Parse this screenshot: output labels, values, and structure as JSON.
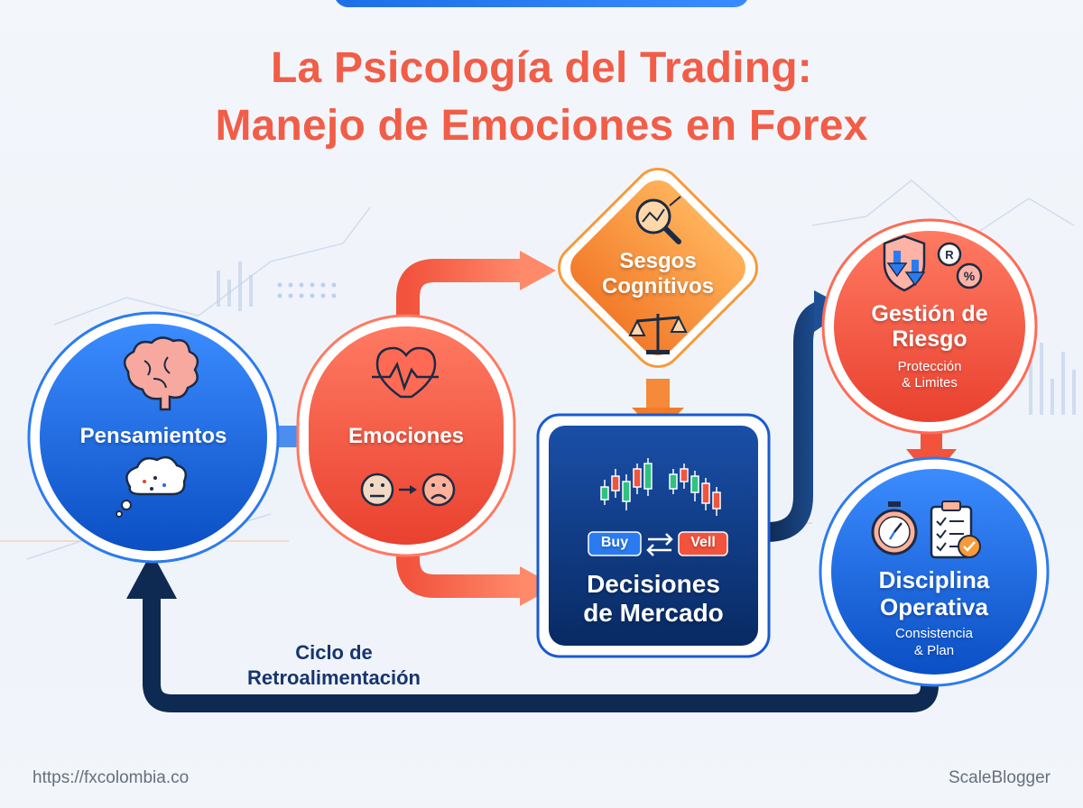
{
  "title": {
    "line1": "La Psicología del Trading:",
    "line2": "Manejo de Emociones en Forex"
  },
  "nodes": {
    "pensamientos": {
      "label": "Pensamientos"
    },
    "emociones": {
      "label": "Emociones"
    },
    "sesgos": {
      "line1": "Sesgos",
      "line2": "Cognitivos"
    },
    "decisiones": {
      "line1": "Decisiones",
      "line2": "de Mercado",
      "buy": "Buy",
      "sell": "Vell"
    },
    "gestion": {
      "line1": "Gestión de",
      "line2": "Riesgo",
      "sub1": "Protección",
      "sub2": "& Limites"
    },
    "disciplina": {
      "line1": "Disciplina",
      "line2": "Operativa",
      "sub1": "Consistencia",
      "sub2": "& Plan"
    }
  },
  "feedback": {
    "line1": "Ciclo de",
    "line2": "Retroalimentación"
  },
  "footer": {
    "left": "https://fxcolombia.co",
    "right": "ScaleBlogger"
  },
  "colors": {
    "title": "#f25d47",
    "blue": "#1a6ee6",
    "red": "#f0553f",
    "orange": "#f79a3a",
    "navy": "#0b2f6e",
    "dark_arrow": "#0f2a52"
  },
  "icons": [
    "brain-icon",
    "thought-bubble-icon",
    "heartbeat-icon",
    "mood-change-icon",
    "magnifier-chart-icon",
    "balance-scale-icon",
    "candlestick-icon",
    "swap-arrows-icon",
    "shield-down-icon",
    "percent-badge-icon",
    "stopwatch-icon",
    "checklist-icon"
  ]
}
